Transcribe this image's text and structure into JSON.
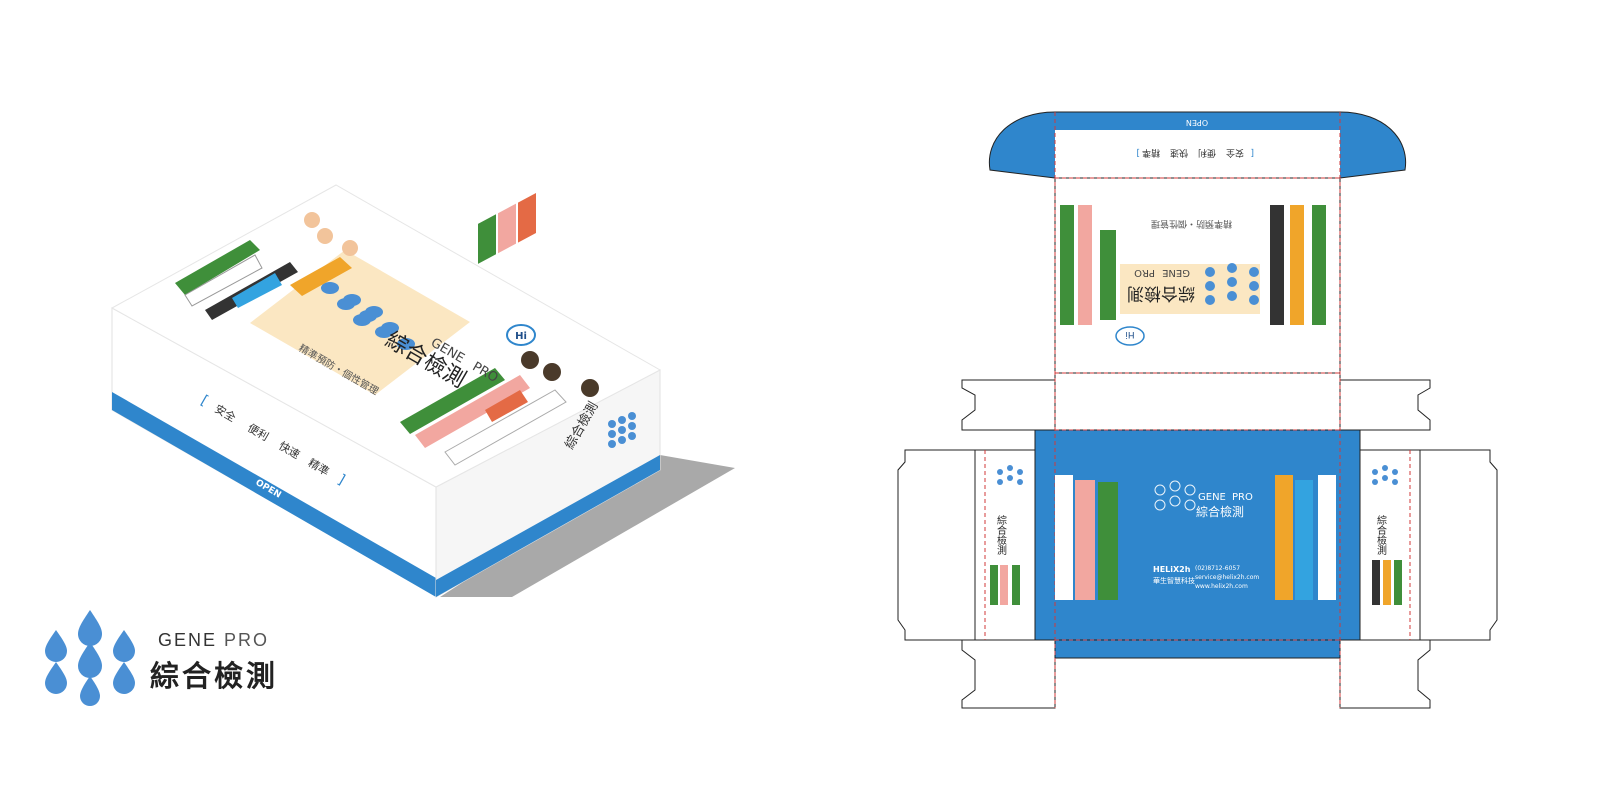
{
  "brand": {
    "name_en_1": "GENE",
    "name_en_2": "PRO",
    "name_zh": "綜合檢測",
    "colors": {
      "blue": "#2f86cc",
      "drop": "#4a8fd4",
      "cream": "#fbe7c2",
      "shadow": "#a9a9a9",
      "cut": "#d23a3a"
    }
  },
  "box": {
    "tagline": "精準預防・個性管理",
    "features": [
      "安全",
      "便利",
      "快速",
      "精準"
    ],
    "open_label": "OPEN",
    "greeting": "Hi"
  },
  "dieline": {
    "company_name": "HELiX2h",
    "company_name_zh": "華生智慧科技",
    "contact": [
      "(02)8712-6057",
      "service@helix2h.com",
      "www.helix2h.com"
    ]
  }
}
